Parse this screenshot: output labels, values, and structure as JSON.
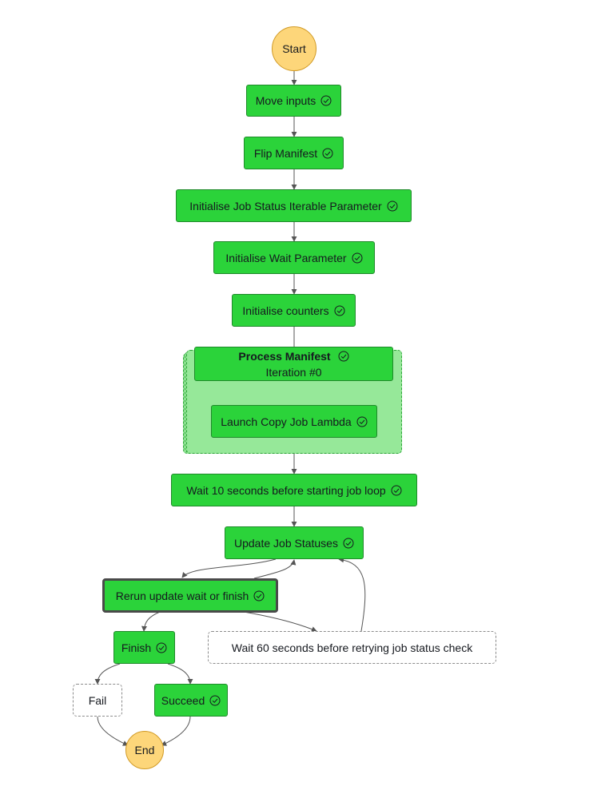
{
  "nodes": {
    "start": "Start",
    "move_inputs": "Move inputs",
    "flip_manifest": "Flip Manifest",
    "init_job_status": "Initialise Job Status Iterable Parameter",
    "init_wait": "Initialise Wait Parameter",
    "init_counters": "Initialise counters",
    "process_manifest_title": "Process Manifest",
    "process_manifest_iteration": "Iteration #0",
    "launch_copy": "Launch Copy Job Lambda",
    "wait_10": "Wait 10 seconds before starting job loop",
    "update_statuses": "Update Job Statuses",
    "rerun_update": "Rerun update wait or finish",
    "wait_60": "Wait 60 seconds before retrying job status check",
    "finish": "Finish",
    "fail": "Fail",
    "succeed": "Succeed",
    "end": "End"
  },
  "colors": {
    "state_fill": "#2bd33a",
    "state_border": "#1f8a2a",
    "map_fill": "#96e899",
    "terminal_fill": "#fdd67a",
    "edge": "#555555",
    "check_icon": "#16191f"
  },
  "icons": {
    "status": "check-circle-icon"
  }
}
